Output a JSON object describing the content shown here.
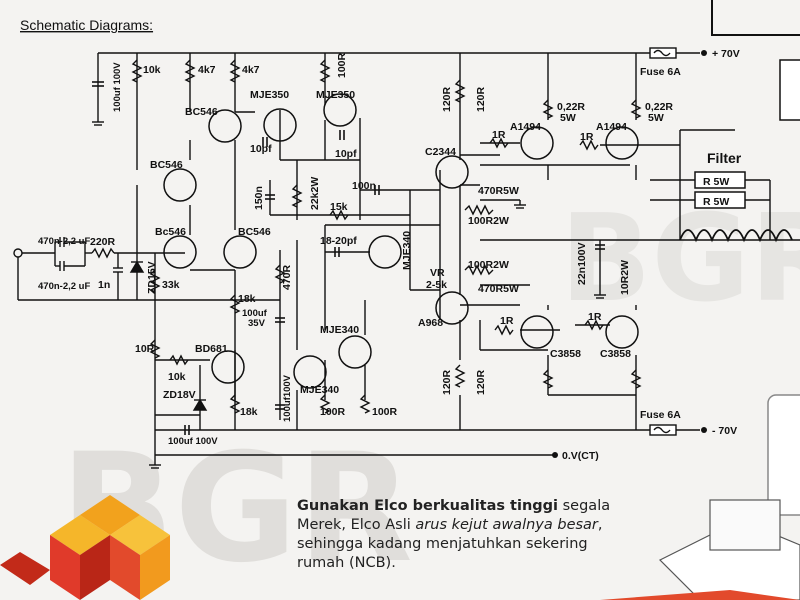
{
  "title": "Schematic Diagrams:",
  "rails": {
    "pos": "+ 70V",
    "neg": "- 70V",
    "ground": "0.V(CT)",
    "fuse_top": "Fuse 6A",
    "fuse_bot": "Fuse 6A"
  },
  "filter": {
    "label": "Filter",
    "r1": "R 5W",
    "r2": "R 5W"
  },
  "labels": {
    "c_in1": "470n-2,2 uF",
    "c_in2": "470n-2,2 uF",
    "r_in": "220R",
    "c_1n": "1n",
    "zd15": "ZD15V",
    "r33k": "33k",
    "c100u_top": "100uf 100V",
    "r10k_a": "10k",
    "q_bc546_a": "BC546",
    "q_bc546_b": "BC546",
    "q_bc546_c": "Bc546",
    "q_bc546_d": "BC546",
    "r4k7_a": "4k7",
    "r4k7_b": "4k7",
    "q_mje350_a": "MJE350",
    "q_mje350_b": "MJE350",
    "r100r_top": "100R",
    "c10pf_a": "10pf",
    "c10pf_b": "10pf",
    "c150n": "150n",
    "r22k": "22k2W",
    "c100n": "100n",
    "r15k": "15k",
    "c18pf": "18-20pf",
    "q_mje340_a": "MJE340",
    "r470r": "470R",
    "r18k_a": "18k",
    "c100uf35": "100uf",
    "c100uf35v": "35V",
    "q_mje340_b": "MJE340",
    "q_mje340_c": "MJE340",
    "r100r_b": "100R",
    "r100r_c": "100R",
    "c100uf100_b": "100uf100V",
    "r10r": "10R",
    "r10k_b": "10k",
    "q_bd681": "BD681",
    "zd18": "ZD18V",
    "r18k_b": "18k",
    "c100uf_bot": "100uf 100V",
    "q_c2344": "C2344",
    "r120r_a": "120R",
    "r120r_b": "120R",
    "r120r_c": "120R",
    "r120r_d": "120R",
    "r470r5w_a": "470R5W",
    "r100r2w_a": "100R2W",
    "vr": "VR",
    "vr_val": "2-5k",
    "r100r2w_b": "100R2W",
    "r470r5w_b": "470R5W",
    "q_a968": "A968",
    "q_a1494_a": "A1494",
    "q_a1494_b": "A1494",
    "r1r_a": "1R",
    "r1r_b": "1R",
    "r022_a": "0,22R",
    "r022_a2": "5W",
    "r022_b": "0,22R",
    "r022_b2": "5W",
    "c22n": "22n100V",
    "r10r2w": "10R2W",
    "q_c3858_a": "C3858",
    "q_c3858_b": "C3858",
    "r1r_c": "1R",
    "r1r_d": "1R"
  },
  "caption": {
    "bold": "Gunakan Elco berkualitas tinggi",
    "t1": " segala Merek, Elco Asli ",
    "italic": "arus kejut awalnya besar",
    "t2": ", sehingga kadang menjatuhkan sekering rumah (NCB)."
  },
  "colors": {
    "ink": "#111111",
    "logo_red": "#e03a2a",
    "logo_orange": "#f2a21d",
    "watermark": "#d9d7d3"
  }
}
